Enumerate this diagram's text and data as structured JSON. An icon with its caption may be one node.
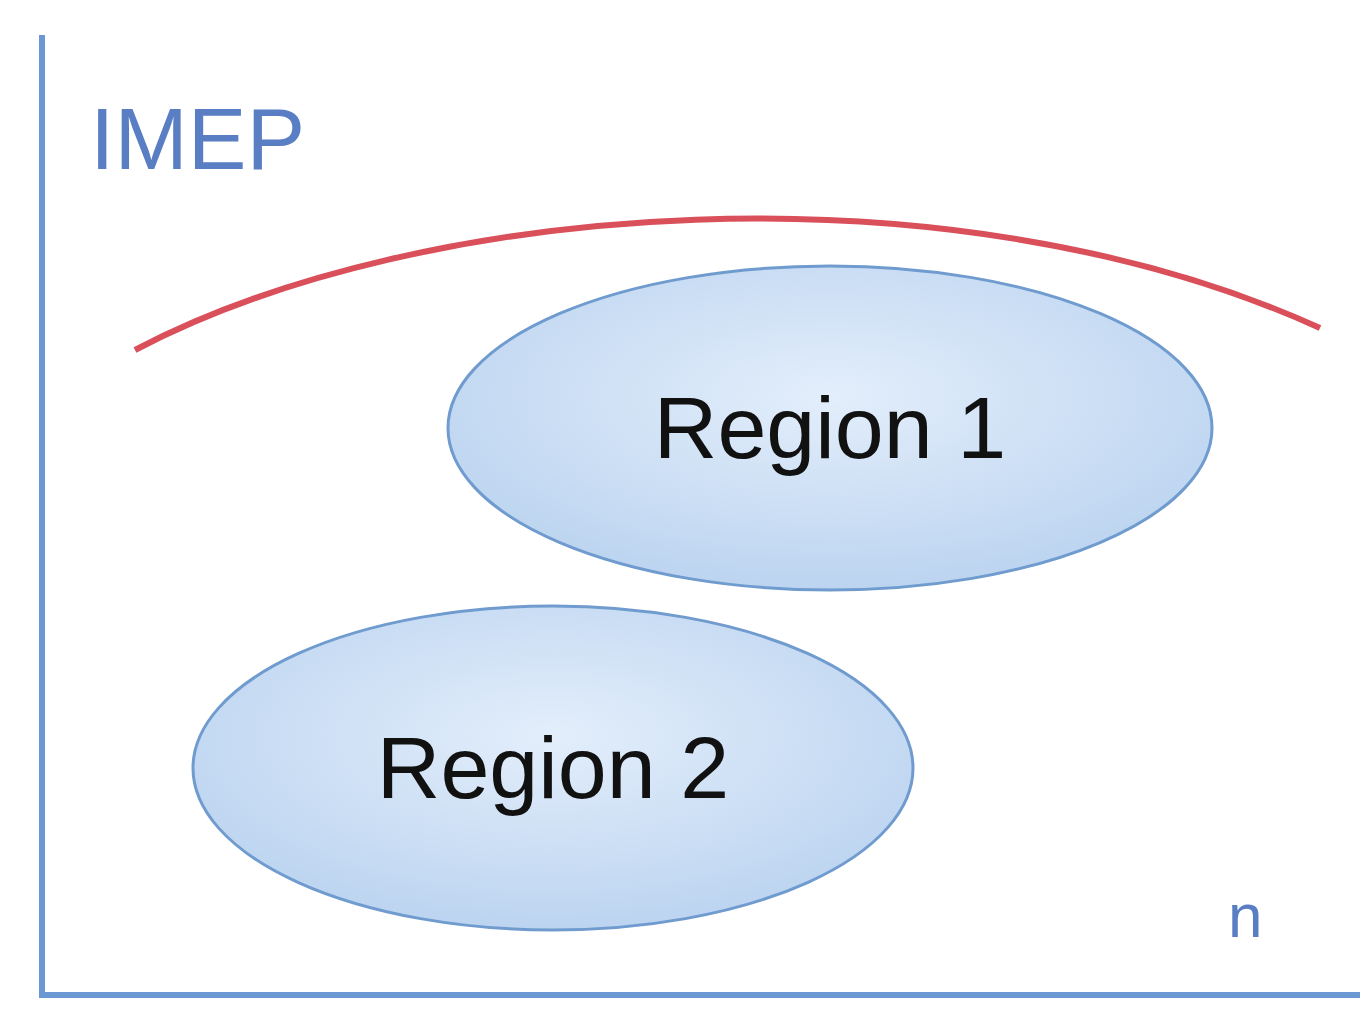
{
  "diagram": {
    "nodes": [
      {
        "text": [
          "Region 1"
        ]
      },
      {
        "text": [
          "Region 2"
        ]
      }
    ],
    "edges": [],
    "labels": [
      "IMEP",
      "n"
    ]
  }
}
